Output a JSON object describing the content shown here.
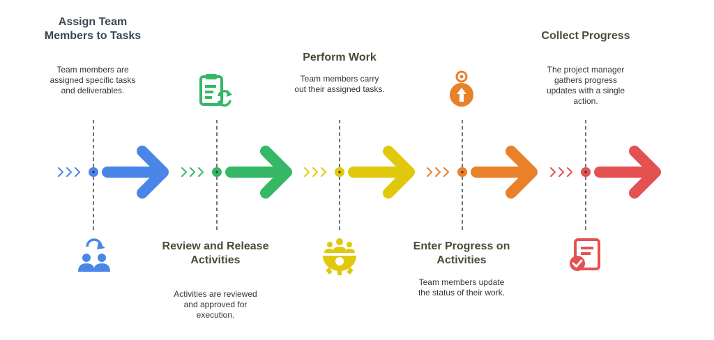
{
  "steps": [
    {
      "title": "Assign Team Members to Tasks",
      "description": "Team members are assigned specific tasks and deliverables.",
      "color": "#4a86e8",
      "icon": "people-refresh-icon",
      "text_position": "top"
    },
    {
      "title": "Review and Release Activities",
      "description": "Activities are reviewed and approved for execution.",
      "color": "#34b865",
      "icon": "clipboard-refresh-icon",
      "text_position": "bottom"
    },
    {
      "title": "Perform Work",
      "description": "Team members carry out their assigned tasks.",
      "color": "#e0c80c",
      "icon": "team-gear-icon",
      "text_position": "top"
    },
    {
      "title": "Enter Progress on Activities",
      "description": "Team members update the status of their work.",
      "color": "#e8812a",
      "icon": "target-arrow-icon",
      "text_position": "bottom"
    },
    {
      "title": "Collect Progress",
      "description": "The project manager gathers progress updates with a single action.",
      "color": "#e45151",
      "icon": "checklist-icon",
      "text_position": "top"
    }
  ]
}
